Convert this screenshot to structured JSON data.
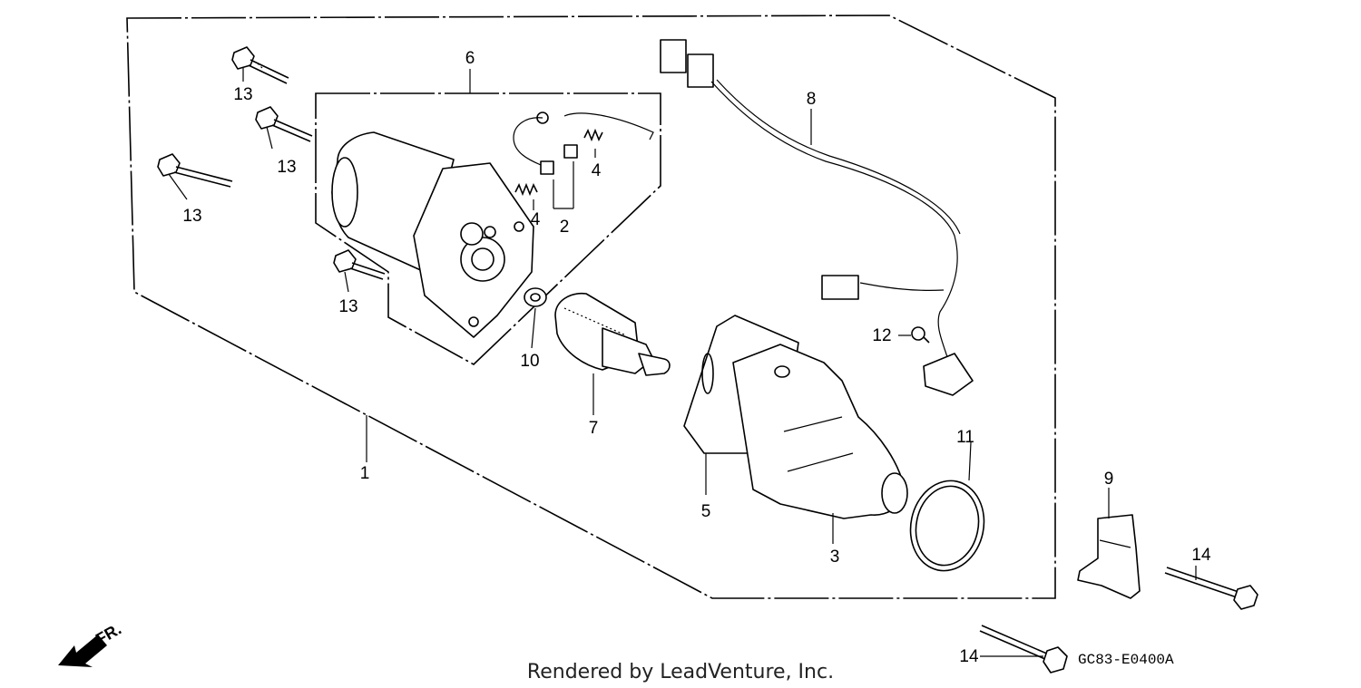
{
  "callouts": {
    "c1": "1",
    "c2": "2",
    "c3": "3",
    "c4a": "4",
    "c4b": "4",
    "c5": "5",
    "c6": "6",
    "c7": "7",
    "c8": "8",
    "c9": "9",
    "c10": "10",
    "c11": "11",
    "c12": "12",
    "c13a": "13",
    "c13b": "13",
    "c13c": "13",
    "c13d": "13",
    "c14a": "14",
    "c14b": "14"
  },
  "direction_label": "FR.",
  "diagram_code": "GC83-E0400A",
  "footer": "Rendered by LeadVenture, Inc."
}
